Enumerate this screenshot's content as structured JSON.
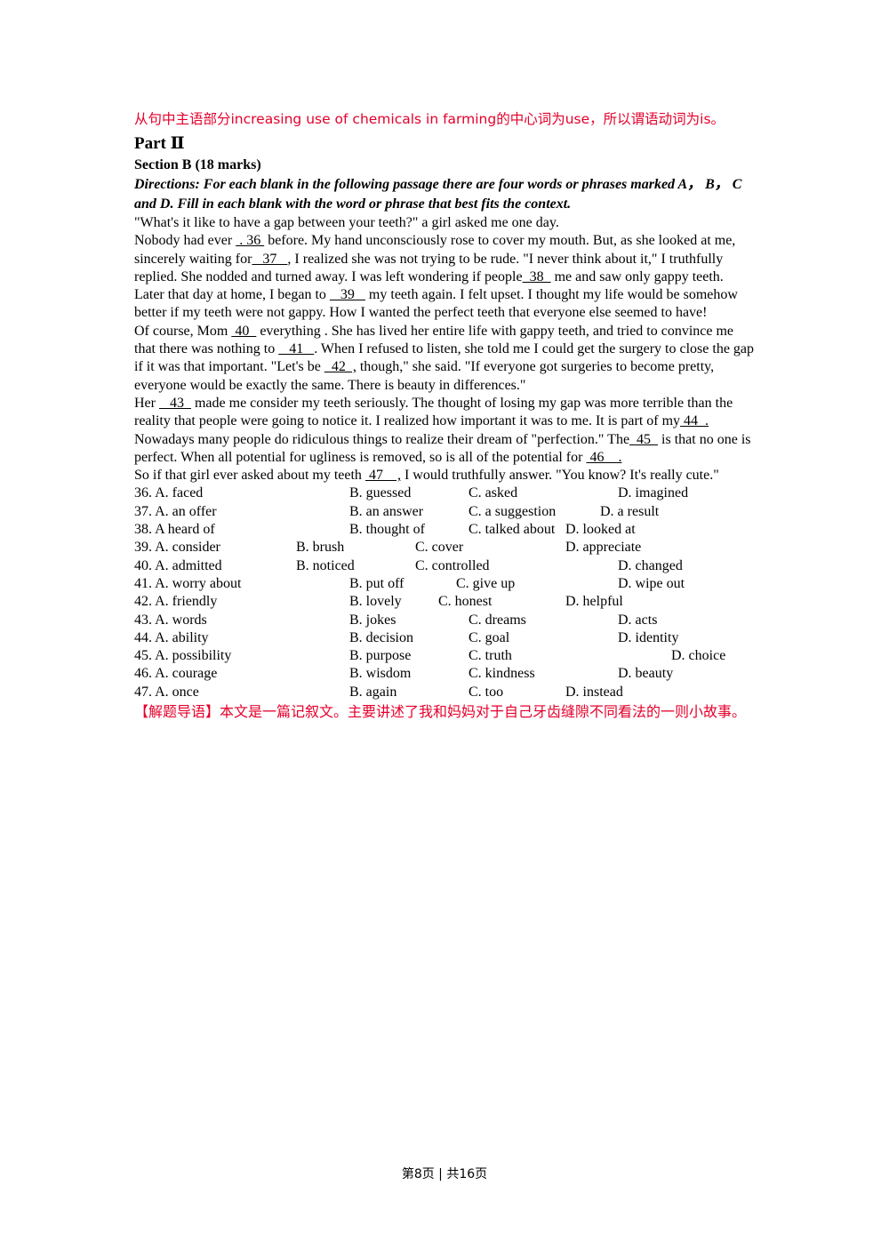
{
  "top_note": "从句中主语部分increasing use of chemicals in farming的中心词为use，所以谓语动词为is。",
  "part_title": "Part Ⅱ",
  "section_title": "Section B (18 marks)",
  "directions": "Directions: For each blank in the following passage there are four words or phrases marked A， B， C and D. Fill in each blank with the word or phrase that best fits the context.",
  "passage": {
    "p1": "\"What's it like to have a gap between your teeth?\" a girl asked me one day.",
    "p2": [
      {
        "t": "Nobody had ever "
      },
      {
        "t": " . 36 ",
        "u": true
      },
      {
        "t": " before. My hand unconsciously rose to cover my mouth. But, as she looked at me, sincerely waiting for"
      },
      {
        "t": "   37   ",
        "u": true
      },
      {
        "t": ", I realized she was not trying to be rude. \"I never think about it,\" I truthfully replied. She nodded and turned away. I was left wondering if people"
      },
      {
        "t": "  38  ",
        "u": true
      },
      {
        "t": " me and saw only gappy teeth."
      }
    ],
    "p3": [
      {
        "t": "Later that day at home, I began to "
      },
      {
        "t": "   39   ",
        "u": true
      },
      {
        "t": " my teeth again. I felt upset. I thought my life would be somehow better if my teeth were not gappy. How I wanted the perfect teeth that everyone else seemed to have!"
      }
    ],
    "p4": [
      {
        "t": "Of course, Mom "
      },
      {
        "t": " 40  ",
        "u": true
      },
      {
        "t": " everything . She has lived her entire life with gappy teeth, and tried to convince me that there was nothing to "
      },
      {
        "t": "   41   ",
        "u": true
      },
      {
        "t": ". When I refused to listen, she told me I could get the surgery to close the gap if it was that important. \"Let's be "
      },
      {
        "t": "  42  ,",
        "u": true
      },
      {
        "t": " though,\" she said. \"If everyone got surgeries to become pretty, everyone would be exactly the same. There is beauty in differences.\""
      }
    ],
    "p5": [
      {
        "t": "Her "
      },
      {
        "t": "   43  ",
        "u": true
      },
      {
        "t": " made me consider my teeth seriously. The thought of losing my gap was more terrible than the reality that people were going to notice it. I realized how important it was to me. It is part of my"
      },
      {
        "t": " 44  .",
        "u": true
      }
    ],
    "p6": [
      {
        "t": "Nowadays many people do ridiculous things to realize their dream of \"perfection.\" The"
      },
      {
        "t": "  45  ",
        "u": true
      },
      {
        "t": " is that no one is perfect. When all potential for ugliness is removed, so is all of the potential for "
      },
      {
        "t": " 46    .",
        "u": true
      }
    ],
    "p7": [
      {
        "t": "So if that girl ever asked about my teeth "
      },
      {
        "t": " 47    ,",
        "u": true
      },
      {
        "t": " I would truthfully answer. \"You know? It's really cute.\""
      }
    ]
  },
  "options": [
    {
      "a": "36. A. faced",
      "b": "B. guessed",
      "c": "C. asked",
      "d": "D. imagined"
    },
    {
      "a": "37. A. an offer",
      "b": "B. an answer",
      "c": "C. a suggestion",
      "d": "D. a result"
    },
    {
      "a": "38. A heard of",
      "b": "B. thought of",
      "c": "C. talked about",
      "d": "D. looked at"
    },
    {
      "a": "39. A. consider",
      "b": "B. brush",
      "c": "C. cover",
      "d": "D. appreciate"
    },
    {
      "a": "40. A. admitted",
      "b": "B. noticed",
      "c": "C. controlled",
      "d": "D. changed"
    },
    {
      "a": "41. A. worry about",
      "b": "B. put off",
      "c": "C. give up",
      "d": "D. wipe out"
    },
    {
      "a": "42. A. friendly",
      "b": "B. lovely",
      "c": "C. honest",
      "d": "D. helpful"
    },
    {
      "a": "43. A. words",
      "b": "B. jokes",
      "c": "C. dreams",
      "d": "D. acts"
    },
    {
      "a": "44. A. ability",
      "b": "B. decision",
      "c": "C. goal",
      "d": "D. identity"
    },
    {
      "a": "45. A. possibility",
      "b": "B. purpose",
      "c": "C. truth",
      "d": "D. choice"
    },
    {
      "a": "46. A. courage",
      "b": "B. wisdom",
      "c": "C. kindness",
      "d": "D. beauty"
    },
    {
      "a": "47. A. once",
      "b": "B. again",
      "c": "C. too",
      "d": "D. instead"
    }
  ],
  "bottom_note": "【解题导语】本文是一篇记叙文。主要讲述了我和妈妈对于自己牙齿缝隙不同看法的一则小故事。",
  "footer": "第8页 | 共16页"
}
